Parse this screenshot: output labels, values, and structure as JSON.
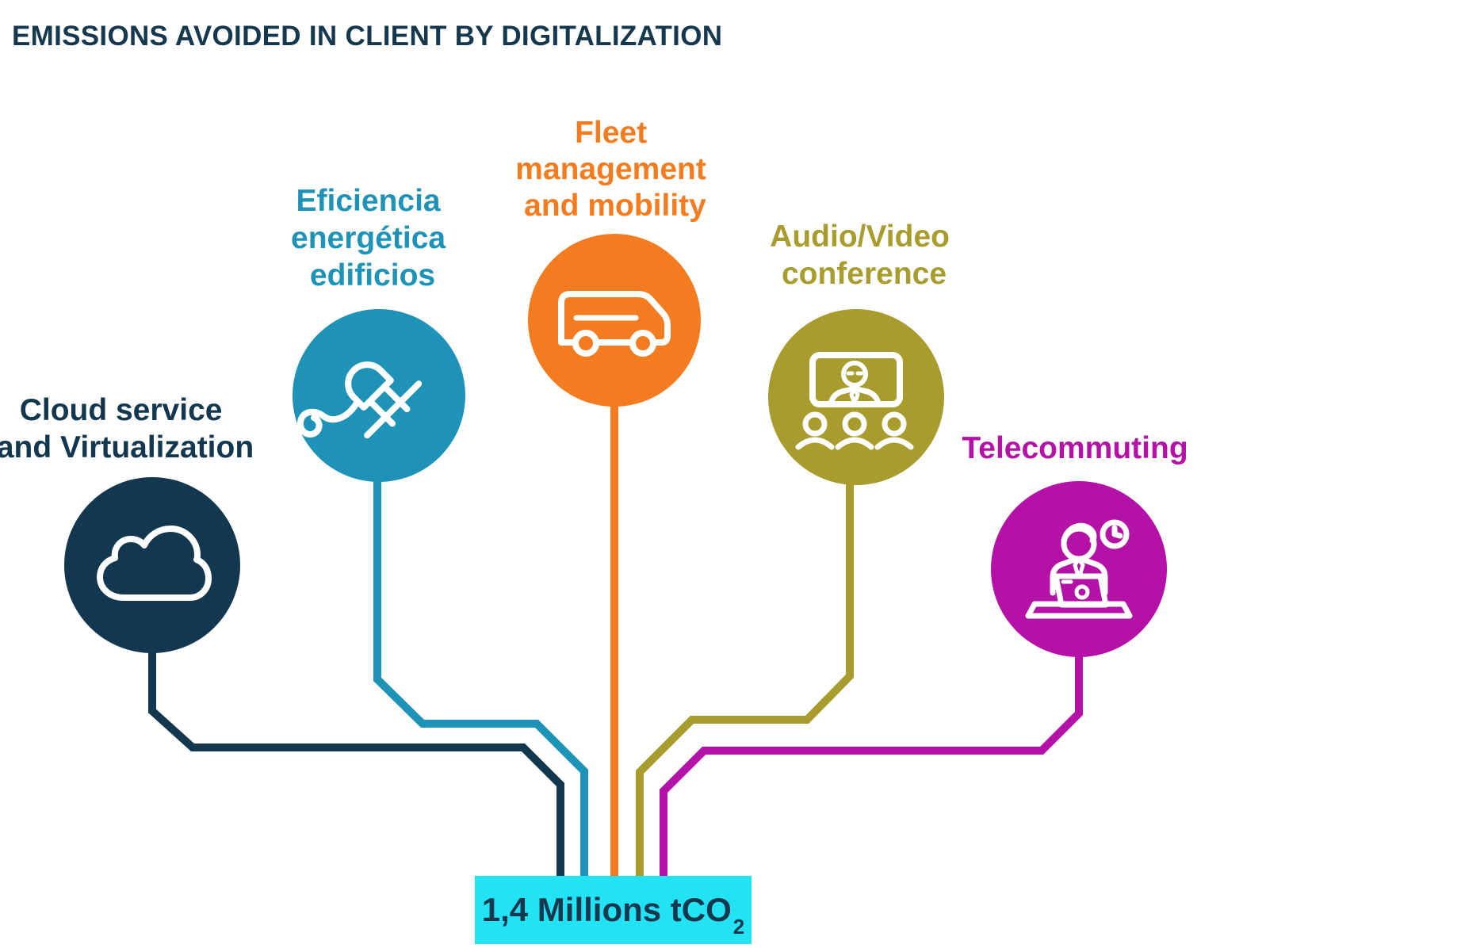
{
  "title": {
    "text": "EMISSIONS AVOIDED IN CLIENT BY DIGITALIZATION",
    "color": "#16384E"
  },
  "total_box": {
    "label": "1,4 Millions tCO",
    "subscript": "2",
    "bg_color": "#22E2F4",
    "text_color": "#16384E"
  },
  "nodes": [
    {
      "id": "cloud-service",
      "label_lines": [
        "Cloud service",
        "and Virtualization"
      ],
      "color": "#12374E",
      "icon": "cloud-icon"
    },
    {
      "id": "energy-efficiency",
      "label_lines": [
        "Eficiencia",
        "energética",
        "edificios"
      ],
      "color": "#1E93B7",
      "icon": "plug-icon"
    },
    {
      "id": "fleet-management",
      "label_lines": [
        "Fleet",
        "management",
        "and mobility"
      ],
      "color": "#F47C20",
      "icon": "van-icon"
    },
    {
      "id": "av-conference",
      "label_lines": [
        "Audio/Video",
        "conference"
      ],
      "color": "#A89C2E",
      "icon": "videoconference-icon"
    },
    {
      "id": "telecommuting",
      "label_lines": [
        "Telecommuting"
      ],
      "color": "#B411A7",
      "icon": "telecommuting-icon"
    }
  ]
}
